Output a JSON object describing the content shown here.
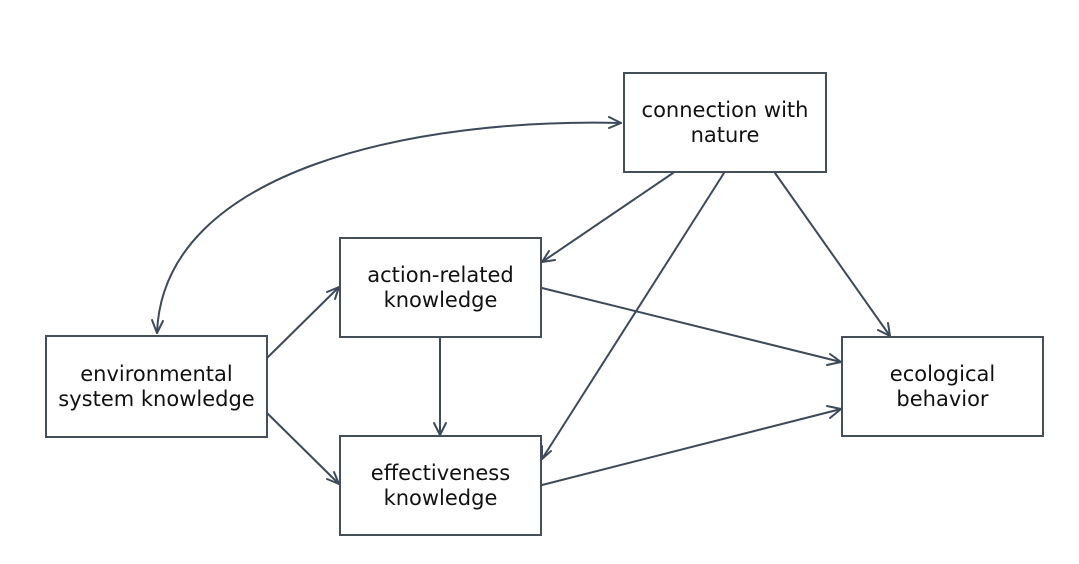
{
  "diagram": {
    "line_color": "#3d4a5c",
    "box_border_color": "#454f5a",
    "nodes": {
      "connection_with_nature": "connection with\nnature",
      "action_related_knowledge": "action-related\nknowledge",
      "environmental_system_knowledge": "environmental\nsystem knowledge",
      "effectiveness_knowledge": "effectiveness\nknowledge",
      "ecological_behavior": "ecological\nbehavior"
    },
    "edges": [
      {
        "from": "environmental_system_knowledge",
        "to": "connection_with_nature",
        "bidirectional": true
      },
      {
        "from": "connection_with_nature",
        "to": "action_related_knowledge",
        "bidirectional": false
      },
      {
        "from": "connection_with_nature",
        "to": "effectiveness_knowledge",
        "bidirectional": false
      },
      {
        "from": "connection_with_nature",
        "to": "ecological_behavior",
        "bidirectional": false
      },
      {
        "from": "environmental_system_knowledge",
        "to": "action_related_knowledge",
        "bidirectional": false
      },
      {
        "from": "environmental_system_knowledge",
        "to": "effectiveness_knowledge",
        "bidirectional": false
      },
      {
        "from": "action_related_knowledge",
        "to": "effectiveness_knowledge",
        "bidirectional": false
      },
      {
        "from": "action_related_knowledge",
        "to": "ecological_behavior",
        "bidirectional": false
      },
      {
        "from": "effectiveness_knowledge",
        "to": "ecological_behavior",
        "bidirectional": false
      }
    ]
  }
}
